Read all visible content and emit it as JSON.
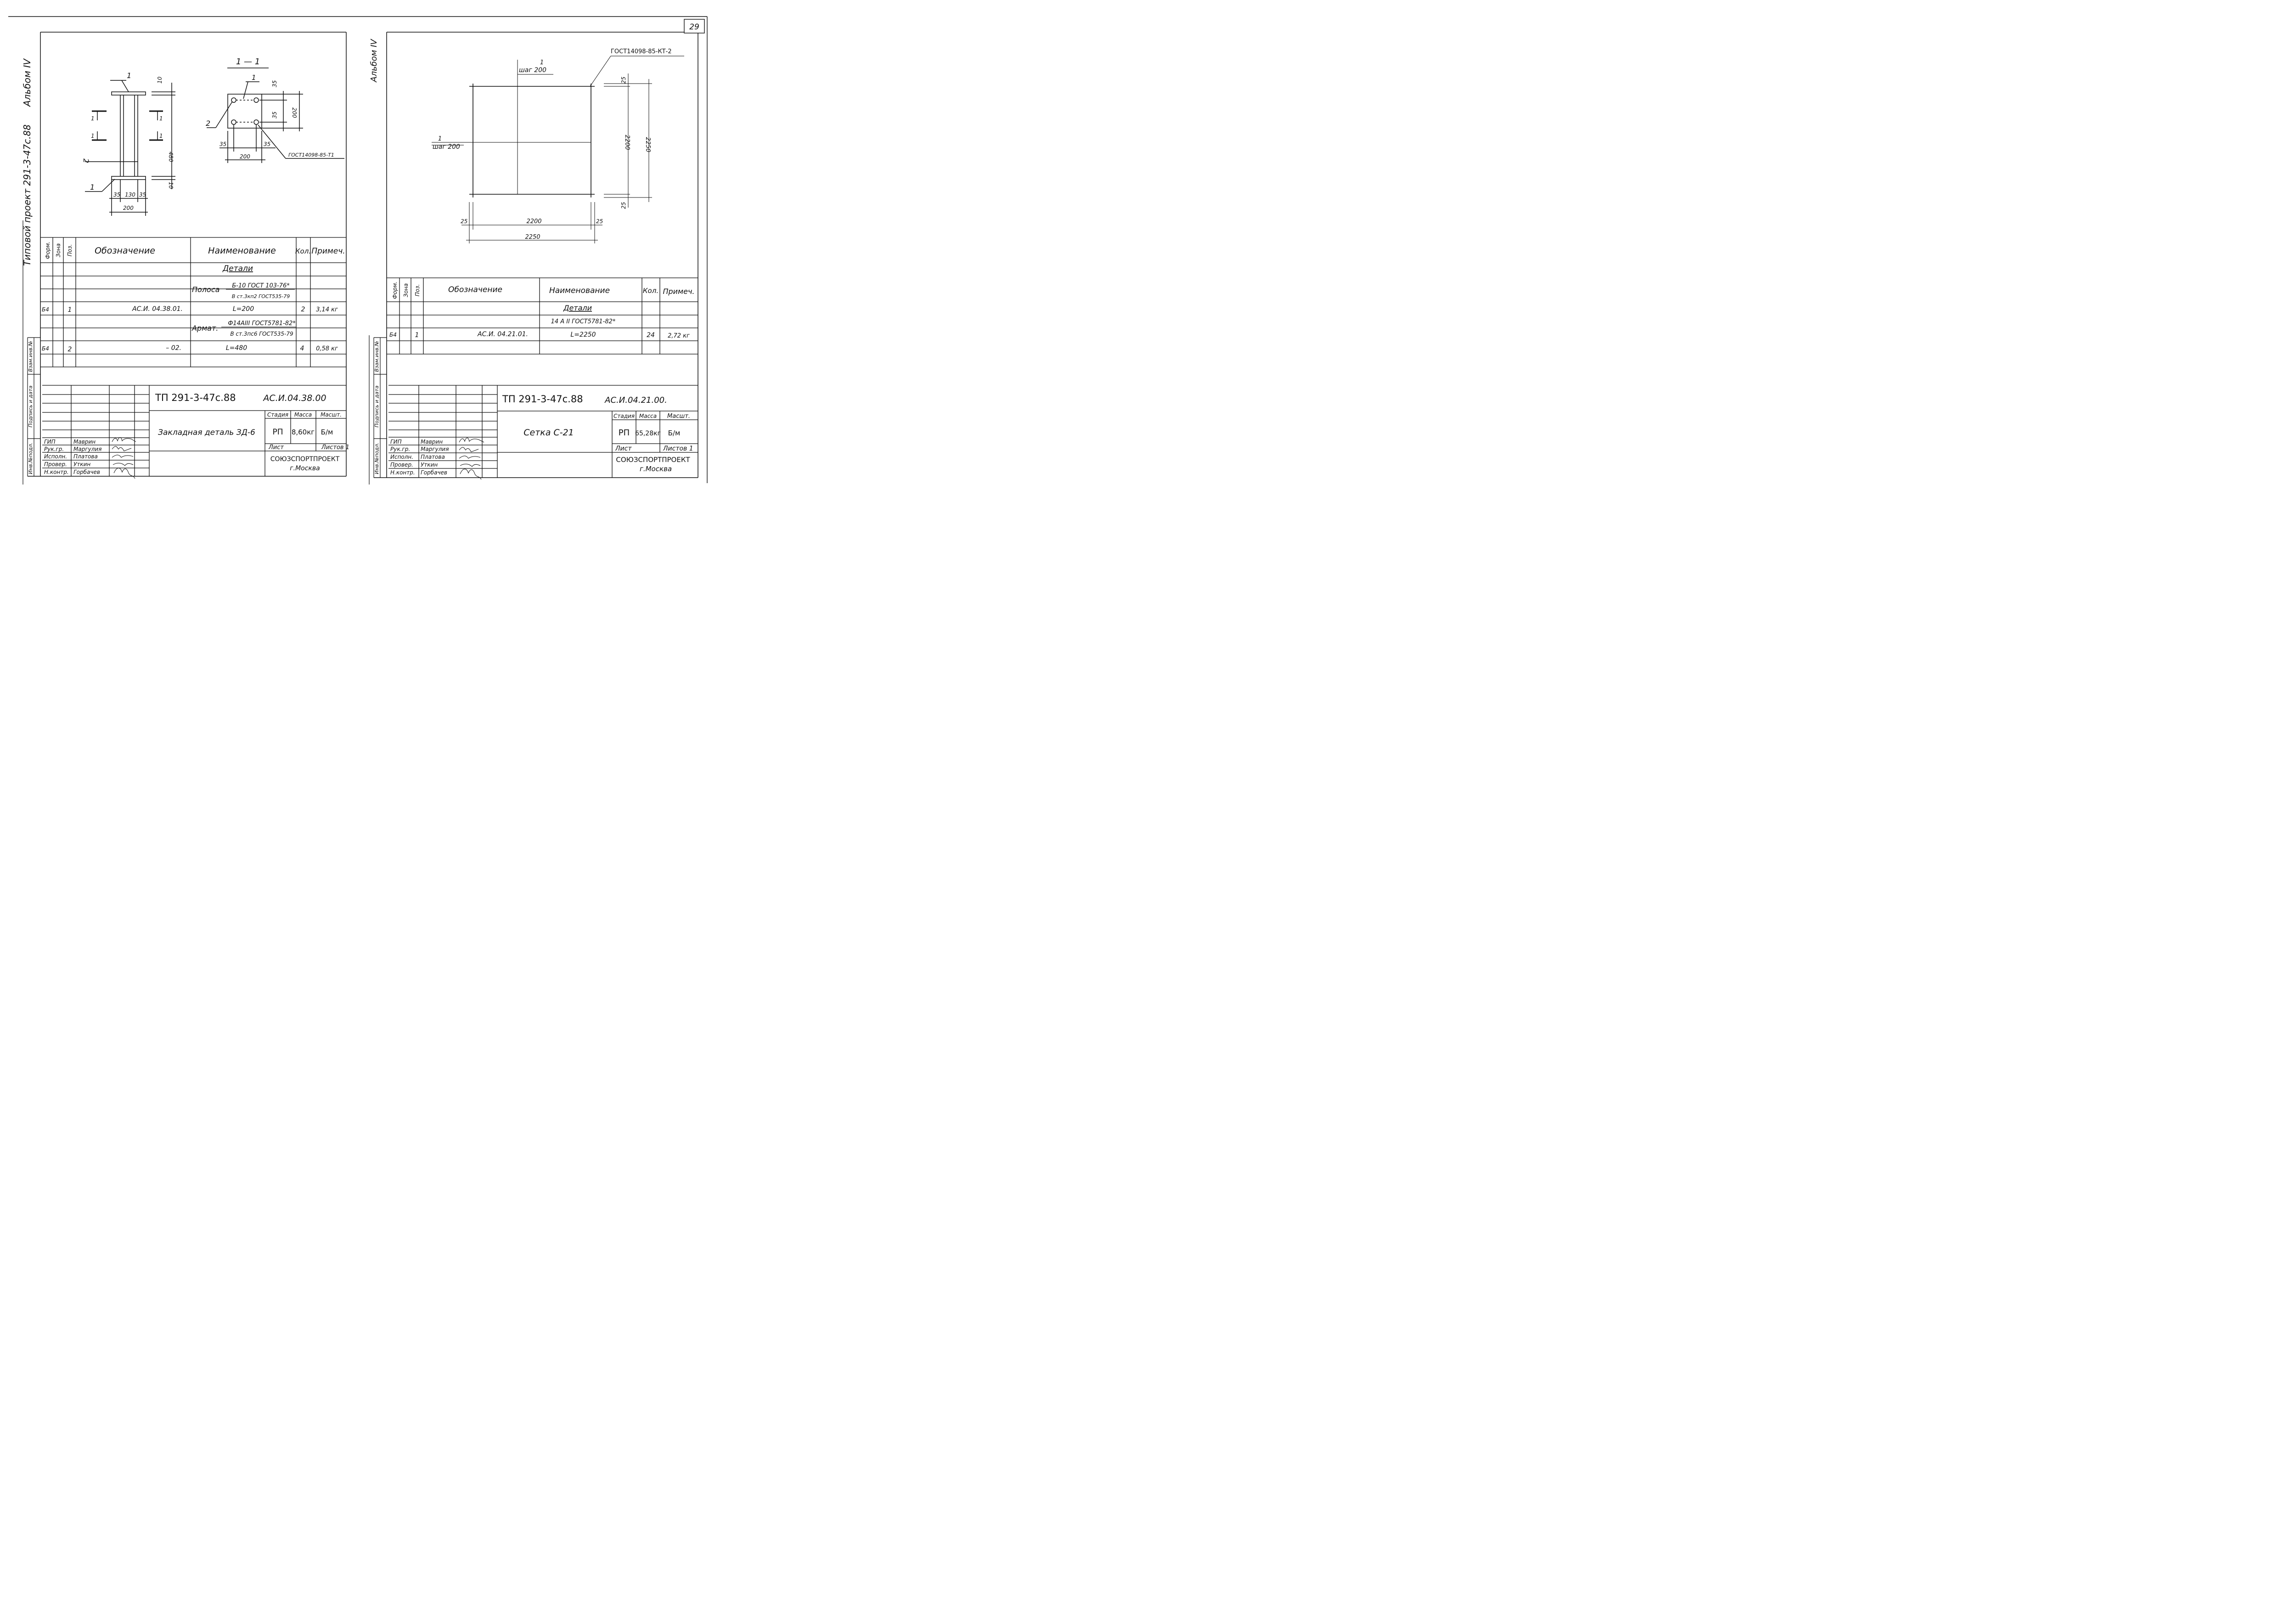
{
  "page_number": "29",
  "left_sheet": {
    "album": "Альбом IV",
    "project_margin": "Типовой проект 291-3-47с.88",
    "stamp_labels": [
      "Инв.№подл.",
      "Подпись и дата",
      "Взам.инв.№"
    ],
    "drawing": {
      "section_label": "1 — 1",
      "section_mark": "1",
      "pos1_a": "1",
      "pos1_b": "1",
      "pos1_c": "1",
      "pos2_a": "2",
      "pos2_b": "2",
      "dim_10_top": "10",
      "dim_10_bottom": "10",
      "dim_480": "480",
      "dim_35_a": "35",
      "dim_130": "130",
      "dim_35_b": "35",
      "dim_200_bottom": "200",
      "dim_35_v1": "35",
      "dim_35_v2": "35",
      "dim_200_v": "200",
      "dim_35_h1": "35",
      "dim_35_h2": "35",
      "dim_200_plate": "200",
      "weld_label": "ГОСТ14098-85-Т1"
    },
    "spec": {
      "headers": {
        "form": "Форм.",
        "zone": "Зона",
        "pos": "Поз.",
        "designation": "Обозначение",
        "name": "Наименование",
        "qty": "Кол.",
        "note": "Примеч."
      },
      "section": "Детали",
      "rows": [
        {
          "name_prefix": "Полоса",
          "name_top": "Б-10 ГОСТ 103-76*",
          "name_bottom": "В ст.3кп2 ГОСТ535-79"
        },
        {
          "form": "Б4",
          "pos": "1",
          "designation": "АС.И. 04.38.01.",
          "name": "L=200",
          "qty": "2",
          "note": "3,14 кг"
        },
        {
          "name_prefix": "Армат.",
          "name_top": "Ф14АIII ГОСТ5781-82*",
          "name_bottom": "В ст.3пс6 ГОСТ535-79"
        },
        {
          "form": "Б4",
          "pos": "2",
          "designation": "– 02.",
          "name": "L=480",
          "qty": "4",
          "note": "0,58 кг"
        }
      ]
    },
    "title_block": {
      "project_code": "ТП 291-3-47с.88",
      "doc_code": "АС.И.04.38.00",
      "title": "Закладная деталь ЗД-6",
      "stage_label": "Стадия",
      "mass_label": "Масса",
      "scale_label": "Масшт.",
      "stage": "РП",
      "mass": "8,60кг",
      "scale": "Б/м",
      "sheet_label": "Лист",
      "sheets_label": "Листов 1",
      "org_line1": "СОЮЗСПОРТПРОЕКТ",
      "org_line2": "г.Москва",
      "people": [
        {
          "role": "ГИП",
          "name": "Маврин"
        },
        {
          "role": "Рук.гр.",
          "name": "Маргулия"
        },
        {
          "role": "Исполн.",
          "name": "Платова"
        },
        {
          "role": "Провер.",
          "name": "Уткин"
        },
        {
          "role": "Н.контр.",
          "name": "Горбачев"
        }
      ]
    }
  },
  "right_sheet": {
    "album": "Альбом IV",
    "stamp_labels": [
      "Инв.№подл.",
      "Подпись и дата",
      "Взам.инв.№"
    ],
    "drawing": {
      "top_mark": "1",
      "top_step": "шаг 200",
      "left_mark": "1",
      "left_step": "шаг 200",
      "weld_label": "ГОСТ14098-85-КТ-2",
      "dim_25_top": "25",
      "dim_2200_v": "2200",
      "dim_2250_v": "2250",
      "dim_25_bottom": "25",
      "dim_25_left": "25",
      "dim_2200_h": "2200",
      "dim_25_right": "25",
      "dim_2250_h": "2250"
    },
    "spec": {
      "headers": {
        "form": "Форм.",
        "zone": "Зона",
        "pos": "Поз.",
        "designation": "Обозначение",
        "name": "Наименование",
        "qty": "Кол.",
        "note": "Примеч."
      },
      "section": "Детали",
      "rows": [
        {
          "name": "14 А II ГОСТ5781-82*"
        },
        {
          "form": "Б4",
          "pos": "1",
          "designation": "АС.И. 04.21.01.",
          "name": "L=2250",
          "qty": "24",
          "note": "2,72 кг"
        }
      ]
    },
    "title_block": {
      "project_code": "ТП 291-3-47с.88",
      "doc_code": "АС.И.04.21.00.",
      "title": "Сетка С-21",
      "stage_label": "Стадия",
      "mass_label": "Масса",
      "scale_label": "Масшт.",
      "stage": "РП",
      "mass": "65,28кг",
      "scale": "Б/м",
      "sheet_label": "Лист",
      "sheets_label": "Листов 1",
      "org_line1": "СОЮЗСПОРТПРОЕКТ",
      "org_line2": "г.Москва",
      "people": [
        {
          "role": "ГИП",
          "name": "Маврин"
        },
        {
          "role": "Рук.гр.",
          "name": "Маргулия"
        },
        {
          "role": "Исполн.",
          "name": "Платова"
        },
        {
          "role": "Провер.",
          "name": "Уткин"
        },
        {
          "role": "Н.контр.",
          "name": "Горбачев"
        }
      ]
    }
  }
}
